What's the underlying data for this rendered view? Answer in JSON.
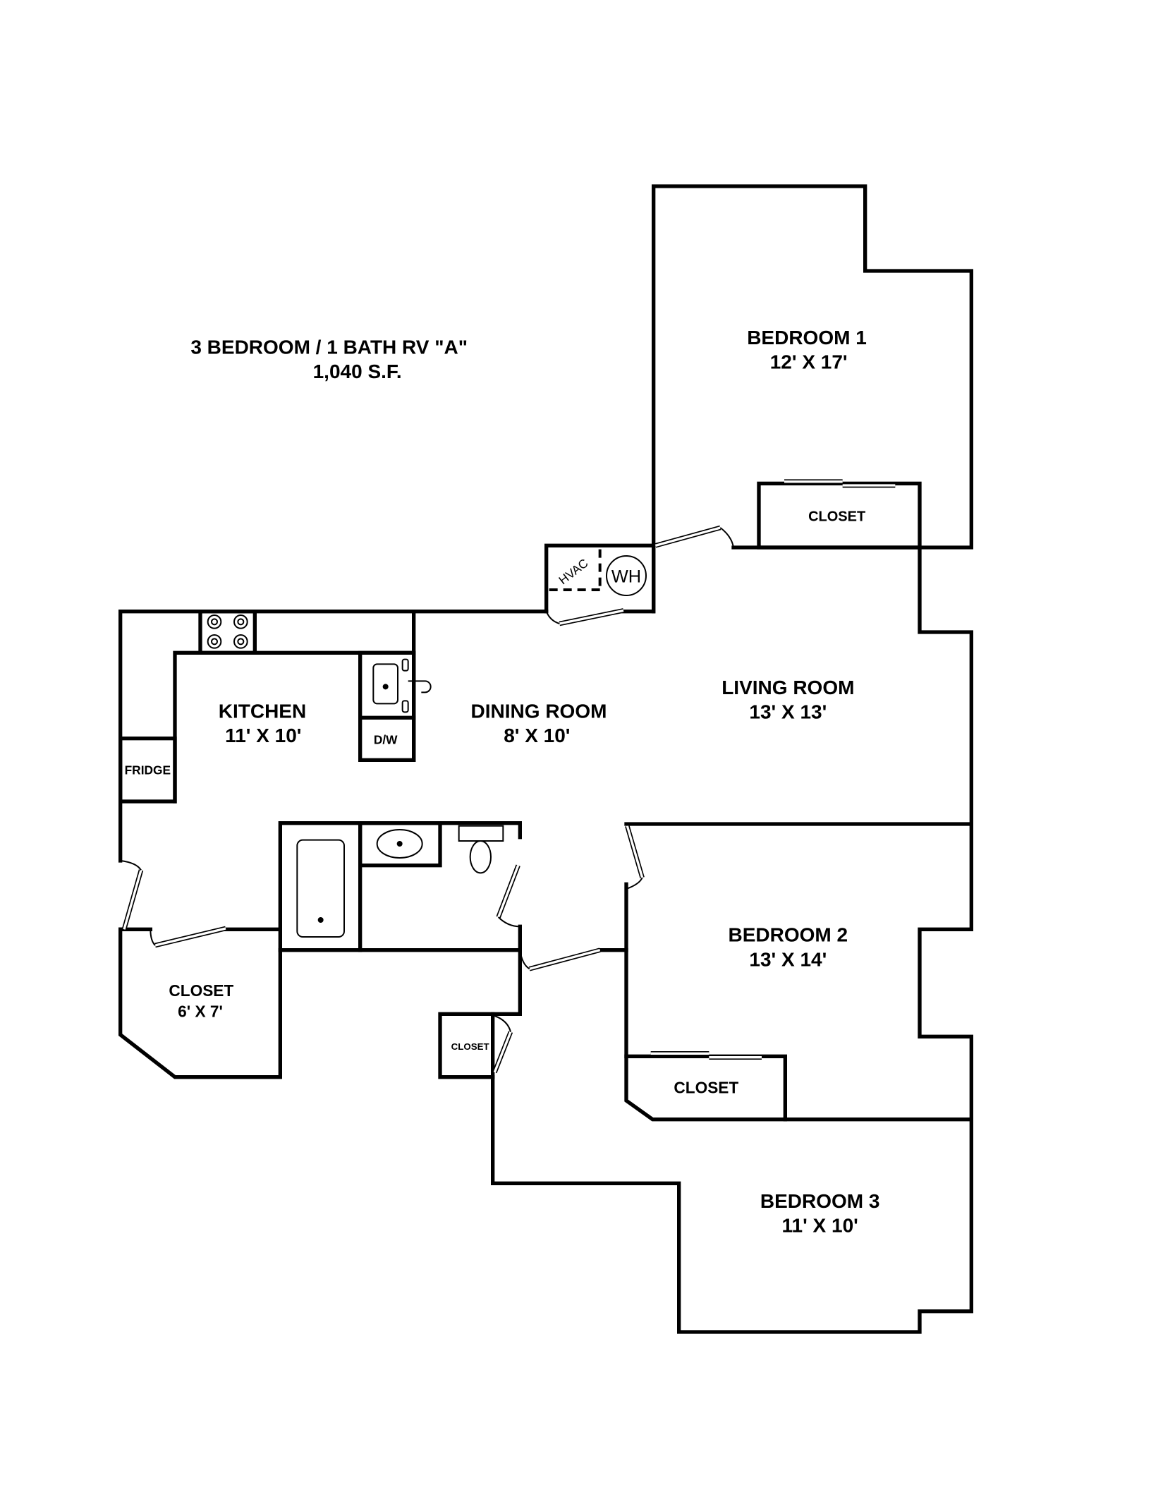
{
  "title": {
    "line1": "3 BEDROOM / 1 BATH RV \"A\"",
    "line2": "1,040 S.F."
  },
  "rooms": {
    "bedroom1": {
      "name": "BEDROOM 1",
      "size": "12' X 17'"
    },
    "bedroom1_closet": {
      "name": "CLOSET"
    },
    "living": {
      "name": "LIVING ROOM",
      "size": "13' X 13'"
    },
    "dining": {
      "name": "DINING ROOM",
      "size": "8' X 10'"
    },
    "kitchen": {
      "name": "KITCHEN",
      "size": "11' X 10'"
    },
    "fridge": {
      "name": "FRIDGE"
    },
    "dishwasher": {
      "name": "D/W"
    },
    "hvac": {
      "name": "HVAC"
    },
    "water_heater": {
      "name": "WH"
    },
    "closet_6x7": {
      "name": "CLOSET",
      "size": "6' X 7'"
    },
    "hall_closet": {
      "name": "CLOSET"
    },
    "bedroom2": {
      "name": "BEDROOM 2",
      "size": "13' X 14'"
    },
    "bedroom2_closet": {
      "name": "CLOSET"
    },
    "bedroom3": {
      "name": "BEDROOM 3",
      "size": "11' X 10'"
    }
  }
}
